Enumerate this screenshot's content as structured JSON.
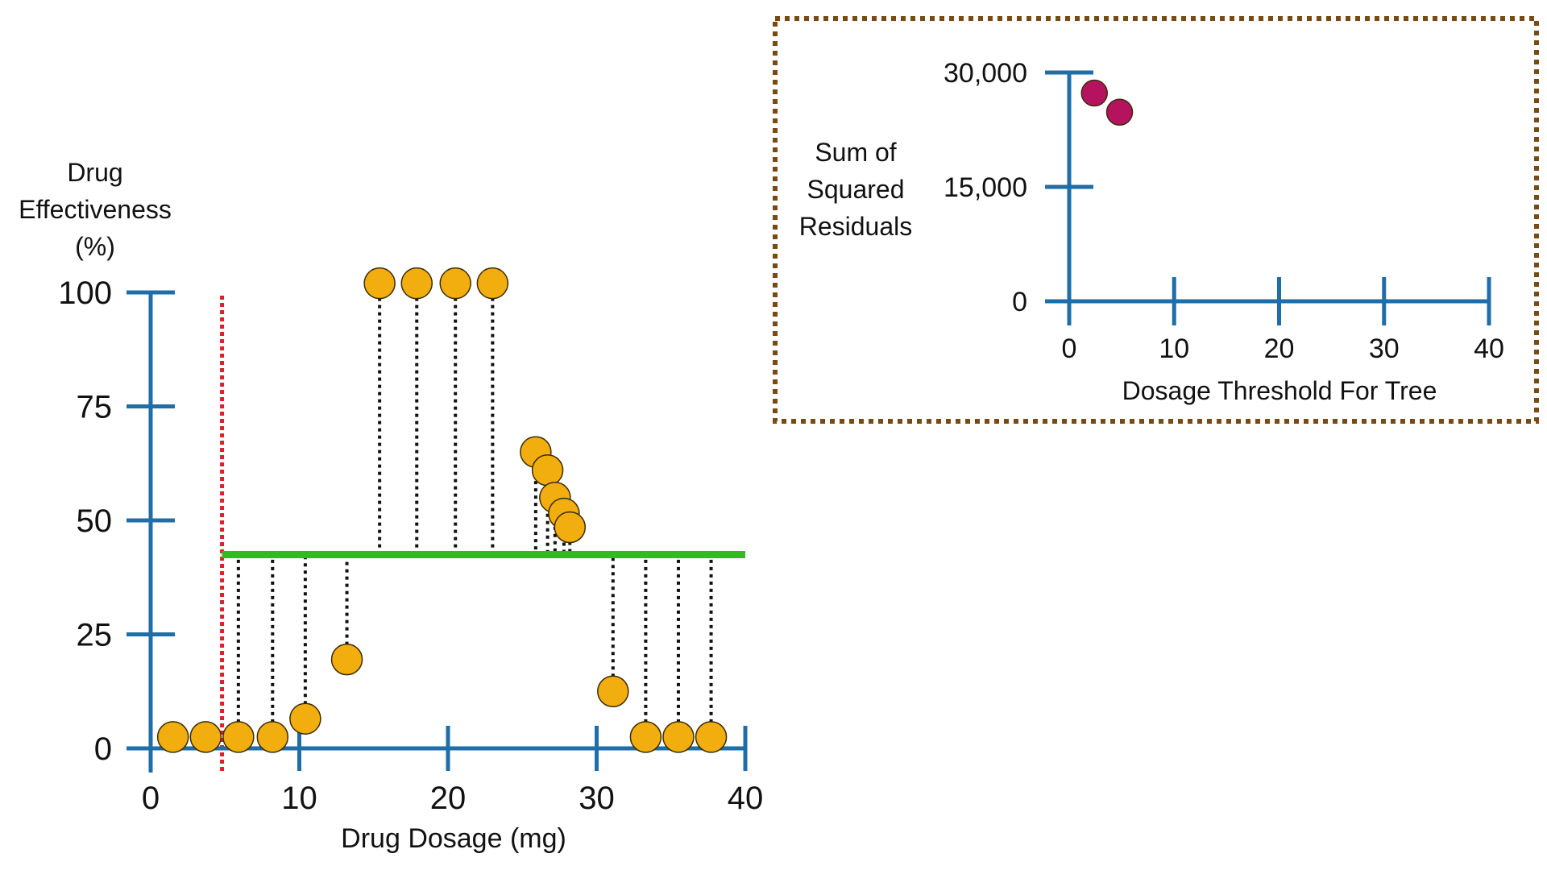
{
  "colors": {
    "axis": "#1f6ea8",
    "point": "#f2ad0e",
    "point_stroke": "#3a2c08",
    "residual_line": "#111111",
    "threshold_line": "#d9232b",
    "prediction_line": "#2ebd1c",
    "ssr_point": "#b5135f",
    "inset_border": "#7a4a14"
  },
  "chart_data": [
    {
      "type": "scatter",
      "title": "",
      "xlabel": "Drug Dosage (mg)",
      "ylabel": [
        "Drug",
        "Effectiveness",
        "(%)"
      ],
      "xlim": [
        0,
        40
      ],
      "ylim": [
        0,
        100
      ],
      "x_ticks": [
        0,
        10,
        20,
        30,
        40
      ],
      "x_tick_labels": [
        "0",
        "10",
        "20",
        "30",
        "40"
      ],
      "y_ticks": [
        0,
        25,
        50,
        75,
        100
      ],
      "y_tick_labels": [
        "0",
        "25",
        "50",
        "75",
        "100"
      ],
      "points": [
        {
          "x": 1.5,
          "y": 2.5
        },
        {
          "x": 3.7,
          "y": 2.5
        },
        {
          "x": 5.9,
          "y": 2.5
        },
        {
          "x": 8.2,
          "y": 2.5
        },
        {
          "x": 10.4,
          "y": 6.5
        },
        {
          "x": 13.2,
          "y": 19.5
        },
        {
          "x": 15.4,
          "y": 102
        },
        {
          "x": 17.9,
          "y": 102
        },
        {
          "x": 20.5,
          "y": 102
        },
        {
          "x": 23.0,
          "y": 102
        },
        {
          "x": 25.9,
          "y": 65
        },
        {
          "x": 26.7,
          "y": 61
        },
        {
          "x": 27.2,
          "y": 55
        },
        {
          "x": 27.8,
          "y": 51.5
        },
        {
          "x": 28.2,
          "y": 48.5
        },
        {
          "x": 31.1,
          "y": 12.5
        },
        {
          "x": 33.3,
          "y": 2.5
        },
        {
          "x": 35.5,
          "y": 2.5
        },
        {
          "x": 37.7,
          "y": 2.5
        }
      ],
      "threshold_x": 4.8,
      "prediction": {
        "x_start": 4.8,
        "x_end": 40,
        "y": 42.5
      },
      "residuals_from_index": 2
    },
    {
      "type": "scatter",
      "title": "",
      "xlabel": "Dosage Threshold For Tree",
      "ylabel": [
        "Sum of",
        "Squared",
        "Residuals"
      ],
      "xlim": [
        0,
        40
      ],
      "ylim": [
        0,
        30000
      ],
      "x_ticks": [
        0,
        10,
        20,
        30,
        40
      ],
      "x_tick_labels": [
        "0",
        "10",
        "20",
        "30",
        "40"
      ],
      "y_ticks": [
        0,
        15000,
        30000
      ],
      "y_tick_labels": [
        "0",
        "15,000",
        "30,000"
      ],
      "points": [
        {
          "x": 2.4,
          "y": 27300
        },
        {
          "x": 4.8,
          "y": 24800
        }
      ]
    }
  ]
}
